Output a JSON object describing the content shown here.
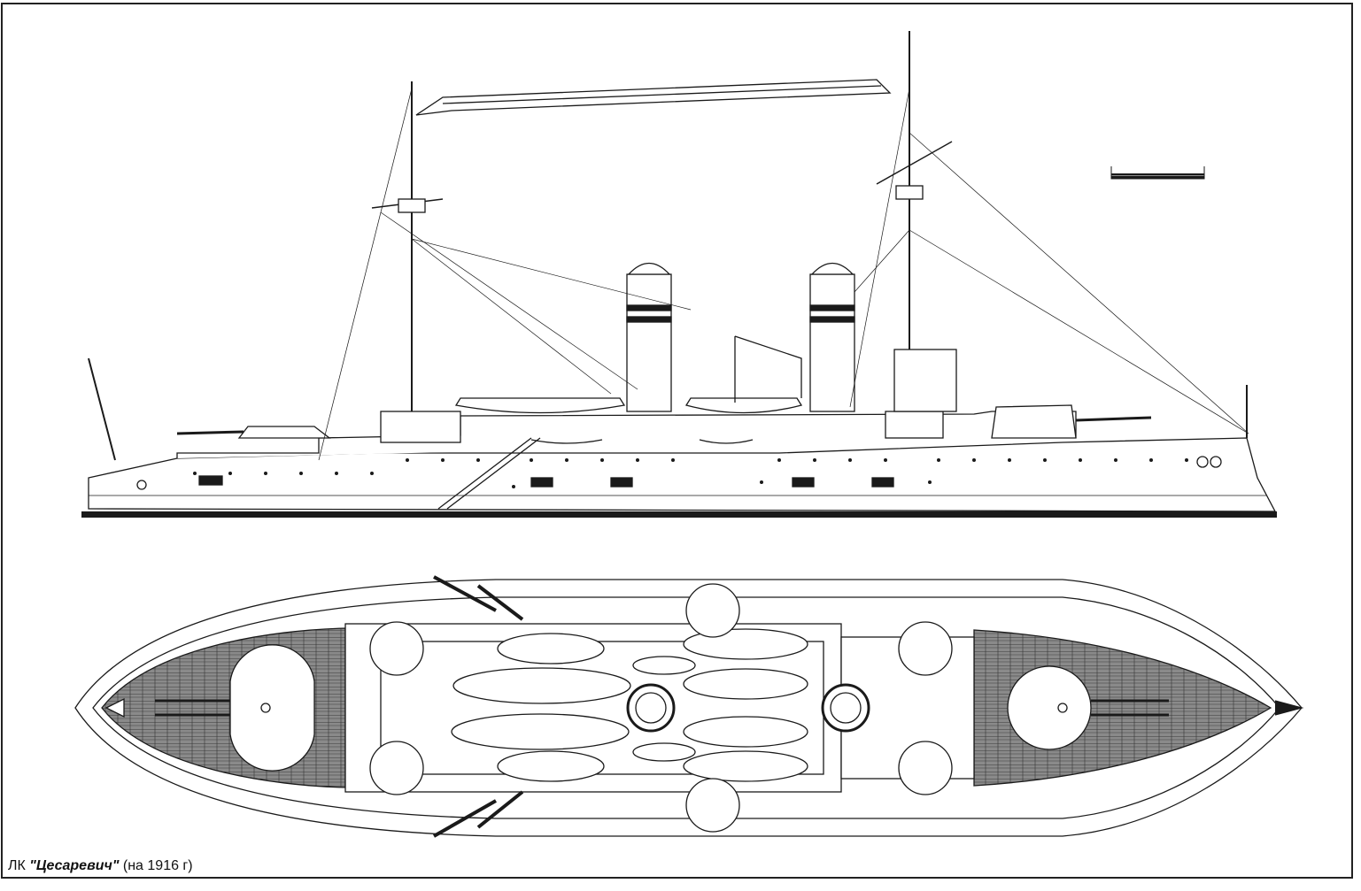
{
  "caption": {
    "prefix": "ЛК ",
    "ship_name": "\"Цесаревич\"",
    "suffix": " (на 1916 г)"
  },
  "colors": {
    "ink": "#1a1a1a",
    "paper": "#ffffff",
    "deck_hatch": "#6b6b6b"
  }
}
